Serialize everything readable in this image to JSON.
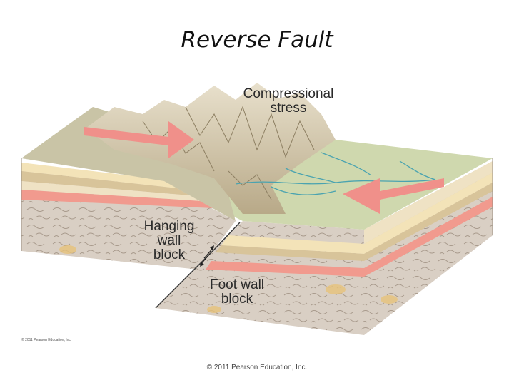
{
  "slide": {
    "title": "Reverse Fault",
    "footer": "© 2011 Pearson Education, Inc."
  },
  "diagram": {
    "labels": {
      "compressional_line1": "Compressional",
      "compressional_line2": "stress",
      "hanging_line1": "Hanging",
      "hanging_line2": "wall",
      "hanging_line3": "block",
      "foot_line1": "Foot wall",
      "foot_line2": "block",
      "figure_credit": "© 2011 Pearson Education, Inc."
    },
    "colors": {
      "arrow": "#f0908a",
      "rock_body": "#d9cfc4",
      "pink_layer": "#f19a8e",
      "cream_layer": "#f3e3b8",
      "tan_layer": "#d8c49a",
      "plain_surface": "#cfd8ae",
      "mountains": "#c9b99a",
      "river": "#4aa3b0"
    }
  }
}
